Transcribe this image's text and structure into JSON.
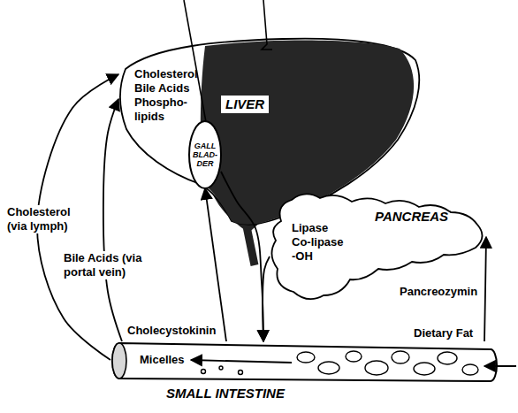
{
  "diagram": {
    "nodes": [
      {
        "text": [
          "Cholesterol Bile Acids Phospho- lipids",
          "LIVER"
        ]
      },
      {
        "text": [
          "GALL BLAD- DER"
        ],
        "in": 0
      },
      {
        "text": [
          "PANCREAS",
          "Lipase Co-lipase -OH"
        ]
      },
      {
        "text": [
          "Micelles",
          "SMALL INTESTINE"
        ]
      }
    ],
    "edges": [
      {
        "from": 3,
        "to": 0,
        "label": "Cholesterol (via lymph)",
        "arrow": "to"
      },
      {
        "from": 3,
        "to": 0,
        "label": "Bile Acids (via portal vein)",
        "arrow": "to"
      },
      {
        "from": 3,
        "to": 1,
        "label": "Cholecystokinin",
        "arrow": "to"
      },
      {
        "from": 1,
        "to": 3,
        "arrow": "to"
      },
      {
        "from": 2,
        "to": 3,
        "arrow": "to"
      },
      {
        "from": 3,
        "to": 2,
        "label": "Pancreozymin",
        "arrow": "to"
      }
    ],
    "labels": [
      "Dietary Fat"
    ]
  }
}
